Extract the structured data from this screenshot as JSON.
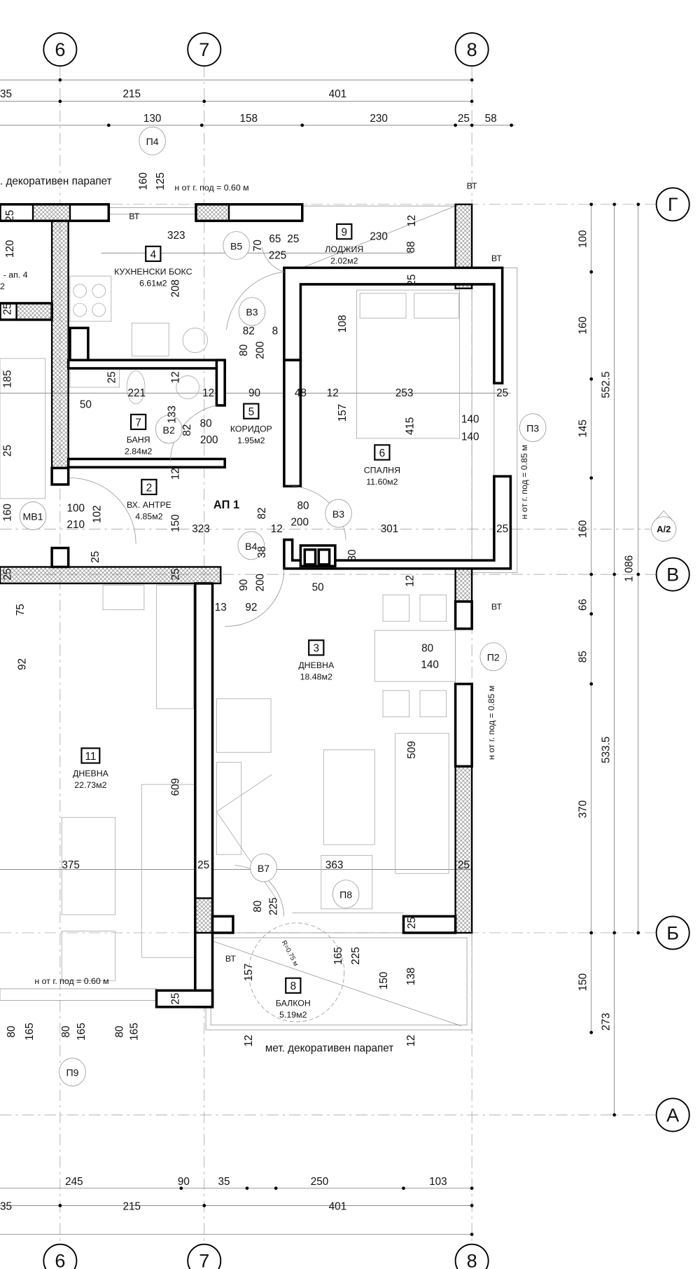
{
  "axes": {
    "columns": [
      "6",
      "7",
      "8"
    ],
    "rows": [
      "Г",
      "В",
      "Б",
      "А"
    ],
    "section_marker": "A/2"
  },
  "top_dims": {
    "row1": [
      "35",
      "215",
      "401"
    ],
    "row2": [
      "130",
      "158",
      "230",
      "25",
      "58"
    ]
  },
  "bottom_dims": {
    "row1": [
      "245",
      "90",
      "35",
      "250",
      "103"
    ],
    "row2": [
      "35",
      "215",
      "401"
    ]
  },
  "right_dims": {
    "col1": [
      "100",
      "160",
      "145",
      "160",
      "66",
      "85",
      "370",
      "150"
    ],
    "col2": [
      "552.5",
      "533.5",
      "273"
    ],
    "col3": [
      "1 086"
    ]
  },
  "rooms": [
    {
      "num": "4",
      "name": "КУХНЕНСКИ БОКС",
      "area": "6.61м2"
    },
    {
      "num": "9",
      "name": "ЛОДЖИЯ",
      "area": "2.02м2"
    },
    {
      "num": "7",
      "name": "БАНЯ",
      "area": "2.84м2"
    },
    {
      "num": "5",
      "name": "КОРИДОР",
      "area": "1.95м2"
    },
    {
      "num": "6",
      "name": "СПАЛНЯ",
      "area": "11.60м2"
    },
    {
      "num": "2",
      "name": "ВХ. АНТРЕ",
      "area": "4.85м2"
    },
    {
      "num": "3",
      "name": "ДНЕВНА",
      "area": "18.48м2"
    },
    {
      "num": "11",
      "name": "ДНЕВНА",
      "area": "22.73м2"
    },
    {
      "num": "8",
      "name": "БАЛКОН",
      "area": "5.19м2"
    }
  ],
  "apartment_label": "АП 1",
  "neighbor_label": [
    "- ап. 4",
    "2"
  ],
  "tags": [
    "П4",
    "В5",
    "В3",
    "В2",
    "П3",
    "МВ1",
    "В3",
    "В4",
    "П2",
    "В7",
    "П8",
    "П9"
  ],
  "notes": {
    "parapet_top": ". декоративен парапет",
    "parapet_bottom": "мет. декоративен парапет",
    "sill_060_top": "н от г. под = 0.60 м",
    "sill_060_bottom": "н от г. под = 0.60 м",
    "sill_085_a": "н от г. под = 0.85 м",
    "sill_085_b": "н от г. под = 0.85 м",
    "vt": [
      "ВТ",
      "ВТ",
      "ВТ",
      "ВТ",
      "ВТ"
    ],
    "radius": "R=0.75 м"
  },
  "dims_h": [
    "323",
    "65",
    "25",
    "230",
    "225",
    "82",
    "8",
    "221",
    "12",
    "90",
    "48",
    "12",
    "253",
    "25",
    "50",
    "80",
    "200",
    "140",
    "140",
    "100",
    "210",
    "80",
    "200",
    "323",
    "12",
    "301",
    "25",
    "50",
    "13",
    "92",
    "80",
    "140",
    "375",
    "25",
    "363",
    "25"
  ],
  "dims_v": [
    "160",
    "125",
    "120",
    "25",
    "208",
    "70",
    "12",
    "88",
    "25",
    "80",
    "200",
    "108",
    "25",
    "12",
    "133",
    "82",
    "157",
    "415",
    "12",
    "150",
    "102",
    "160",
    "25",
    "185",
    "25",
    "82",
    "38",
    "30",
    "90",
    "200",
    "12",
    "25",
    "25",
    "25",
    "75",
    "92",
    "609",
    "509",
    "80",
    "225",
    "25",
    "25",
    "157",
    "165",
    "225",
    "150",
    "138",
    "12",
    "12",
    "80",
    "165",
    "80",
    "165",
    "80",
    "165"
  ]
}
